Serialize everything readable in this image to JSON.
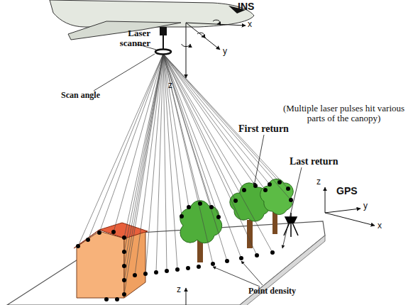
{
  "diagram": {
    "labels": [
      "INS",
      "x",
      "y",
      "z",
      "Laser scanner",
      "Scan angle",
      "(Multiple laser pulses hit various parts of the canopy)",
      "First return",
      "Last return",
      "GPS",
      "z",
      "y",
      "x",
      "Point density",
      "z"
    ]
  }
}
